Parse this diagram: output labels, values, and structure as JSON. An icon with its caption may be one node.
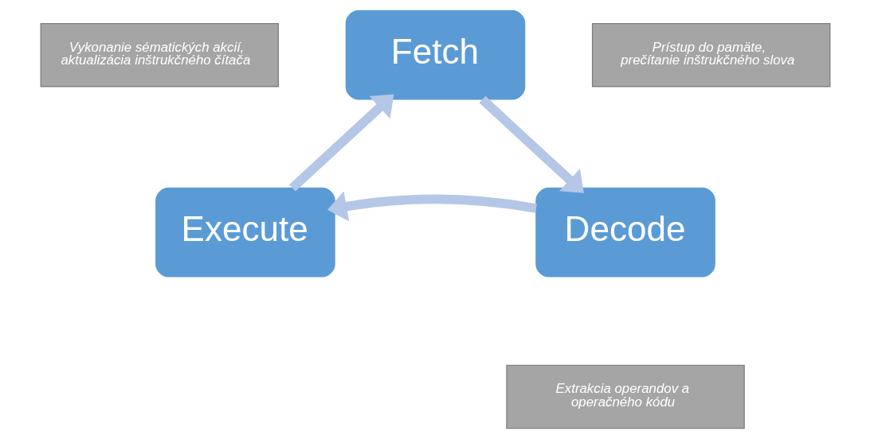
{
  "diagram": {
    "nodes": [
      {
        "text": [
          "Fetch"
        ]
      },
      {
        "text": [
          "Vykonanie sématických akcií, aktualizácia inštrukčného čítača"
        ]
      },
      {
        "text": [
          "Prístup do pamäte, prečítanie inštrukčného slova"
        ]
      },
      {
        "text": [
          "Execute"
        ]
      },
      {
        "text": [
          "Decode"
        ]
      },
      {
        "text": [
          "Extrakcia operandov a operačného kódu"
        ]
      }
    ],
    "edges": [
      {
        "from": 0,
        "to": 4,
        "arrow": "to"
      },
      {
        "from": 4,
        "to": 3,
        "arrow": "to"
      },
      {
        "from": 3,
        "to": 0,
        "arrow": "to"
      }
    ]
  }
}
